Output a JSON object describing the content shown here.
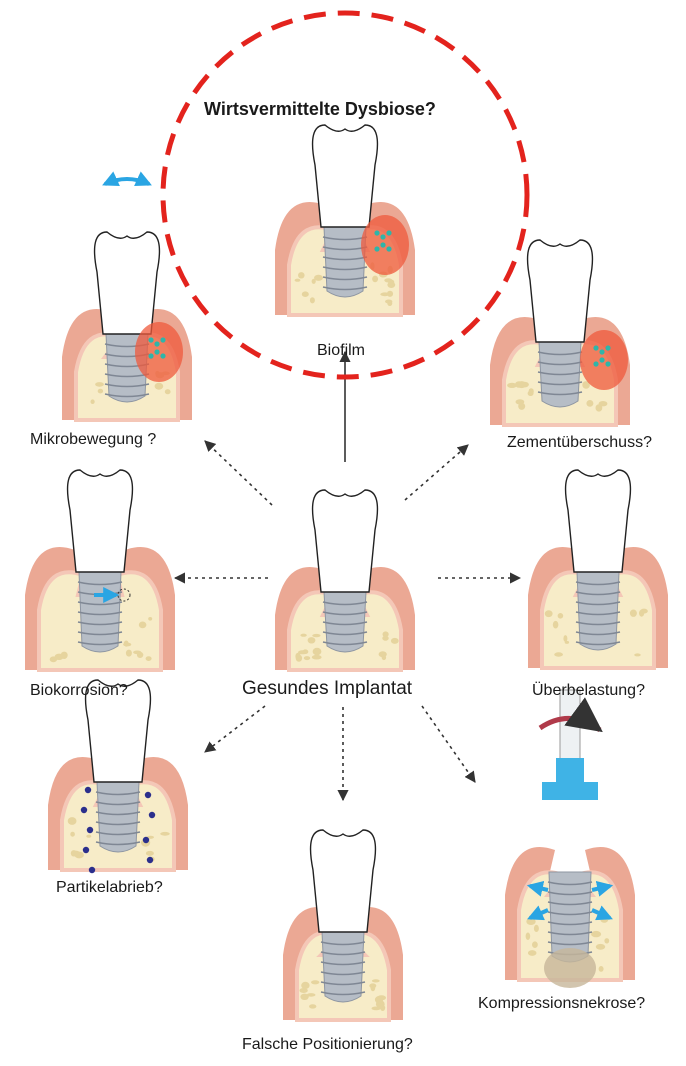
{
  "figure": {
    "highlight_label": "Wirtsvermittelte Dysbiose?",
    "center_label": "Gesundes Implantat",
    "mechanisms": [
      {
        "id": "biofilm",
        "label": "Biofilm"
      },
      {
        "id": "mikrobewegung",
        "label": "Mikrobewegung ?"
      },
      {
        "id": "zementueberschuss",
        "label": "Zementüberschuss?"
      },
      {
        "id": "biokorrosion",
        "label": "Biokorrosion?"
      },
      {
        "id": "ueberbelastung",
        "label": "Überbelastung?"
      },
      {
        "id": "partikelabrieb",
        "label": "Partikelabrieb?"
      },
      {
        "id": "falsche-positionierung",
        "label": "Falsche Positionierung?"
      },
      {
        "id": "kompressionsnekrose",
        "label": "Kompressionsnekrose?"
      }
    ]
  },
  "colors": {
    "highlight_circle": "#e3231d",
    "gum": "#eba894",
    "gum_inner": "#f4c7b7",
    "bone": "#f7ecc8",
    "bone_spot": "#e6d49e",
    "crown": "#ffffff",
    "implant": "#b6bdc6",
    "inflammation": "#ef5a3c",
    "bacteria": "#2fb5a9",
    "motion_arrow": "#2aa5e3",
    "rotation_arrow": "#b03a4a",
    "particles": "#2b2f8c",
    "arrow": "#333333"
  }
}
